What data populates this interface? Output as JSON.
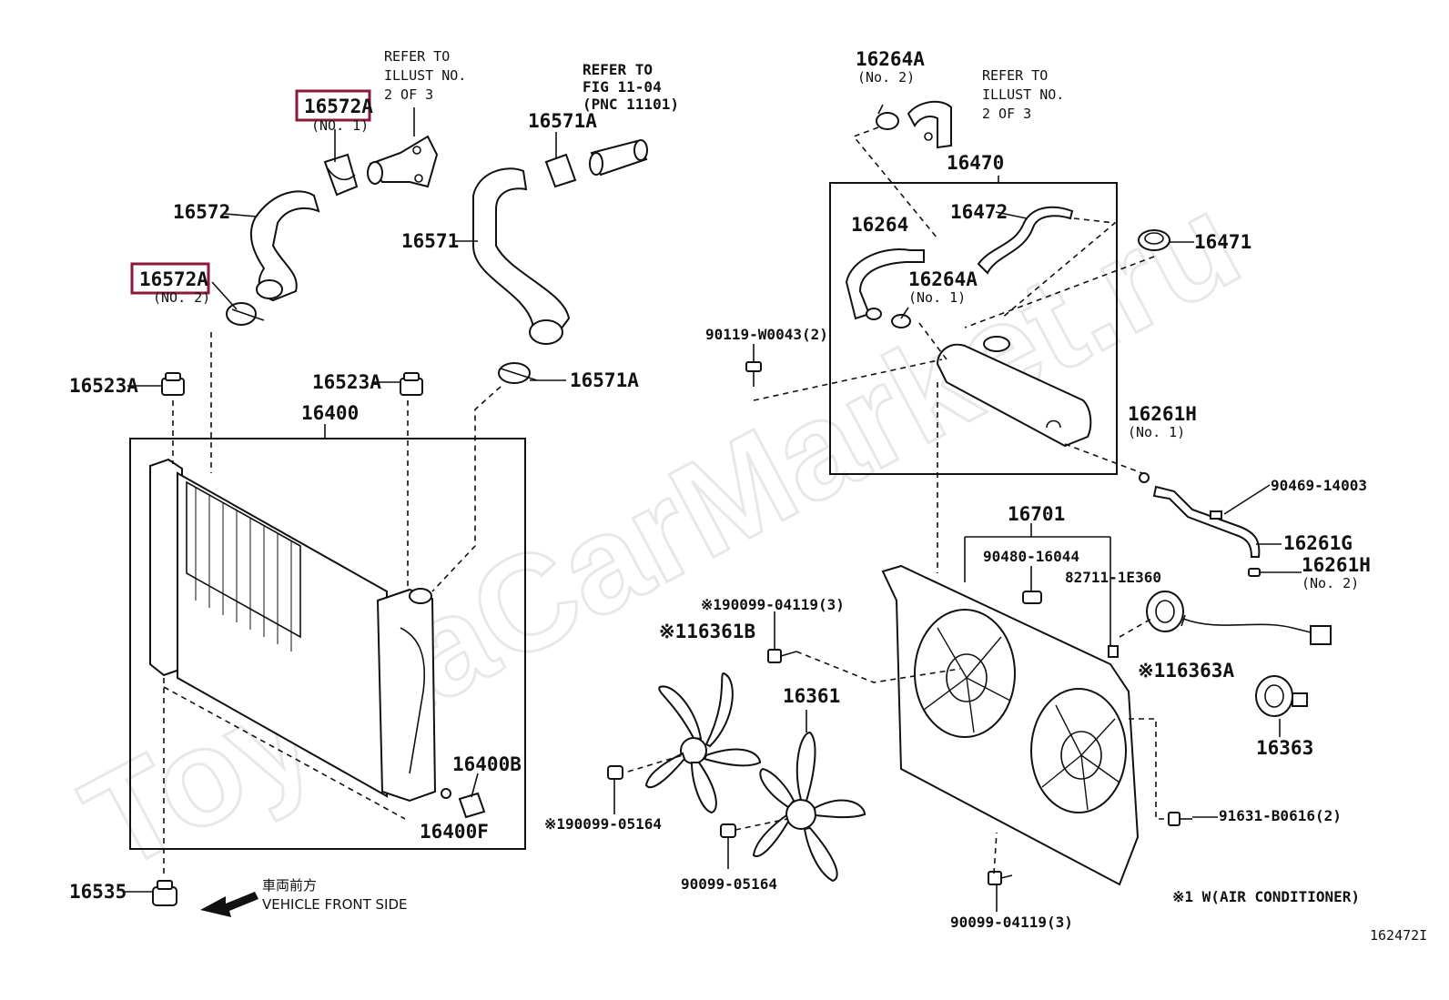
{
  "watermark": "ToyotaCarMarket.ru",
  "diagram_id": "162472I",
  "footnote": "※1 W(AIR CONDITIONER)",
  "front_note": {
    "jp": "車両前方",
    "en": "VEHICLE FRONT SIDE"
  },
  "refs": {
    "illust_left": [
      "REFER TO",
      "ILLUST NO.",
      "2 OF 3"
    ],
    "fig": [
      "REFER TO",
      "FIG 11-04",
      "(PNC 11101)"
    ],
    "illust_right": [
      "REFER TO",
      "ILLUST NO.",
      "2 OF 3"
    ]
  },
  "parts": {
    "p16572A_no1": "16572A",
    "p16572A_no1_sub": "(NO. 1)",
    "p16572": "16572",
    "p16572A_no2": "16572A",
    "p16572A_no2_sub": "(NO. 2)",
    "p16571A_top": "16571A",
    "p16571": "16571",
    "p16571A_bottom": "16571A",
    "p16523A_left": "16523A",
    "p16523A_right": "16523A",
    "p16400": "16400",
    "p16400B": "16400B",
    "p16400F": "16400F",
    "p16535": "16535",
    "p16264A_no2": "16264A",
    "p16264A_no2_sub": "(No. 2)",
    "p16470": "16470",
    "p16472": "16472",
    "p16264": "16264",
    "p16264A_no1": "16264A",
    "p16264A_no1_sub": "(No. 1)",
    "p16471": "16471",
    "p90119": "90119-W0043(2)",
    "p16261H_no1": "16261H",
    "p16261H_no1_sub": "(No. 1)",
    "p90469": "90469-14003",
    "p16261G": "16261G",
    "p16261H_no2": "16261H",
    "p16261H_no2_sub": "(No. 2)",
    "p16701": "16701",
    "p90480": "90480-16044",
    "p82711": "82711-1E360",
    "p190099_04119": "※190099-04119(3)",
    "p16361B": "※116361B",
    "p16361": "16361",
    "p16363A": "※116363A",
    "p16363": "16363",
    "p190099_05164": "※190099-05164",
    "p90099_05164": "90099-05164",
    "p91631": "91631-B0616(2)",
    "p90099_04119": "90099-04119(3)"
  },
  "highlighted_parts": [
    "16572A (NO. 1)",
    "16572A (NO. 2)"
  ],
  "highlight_color": "#8b1a3a"
}
